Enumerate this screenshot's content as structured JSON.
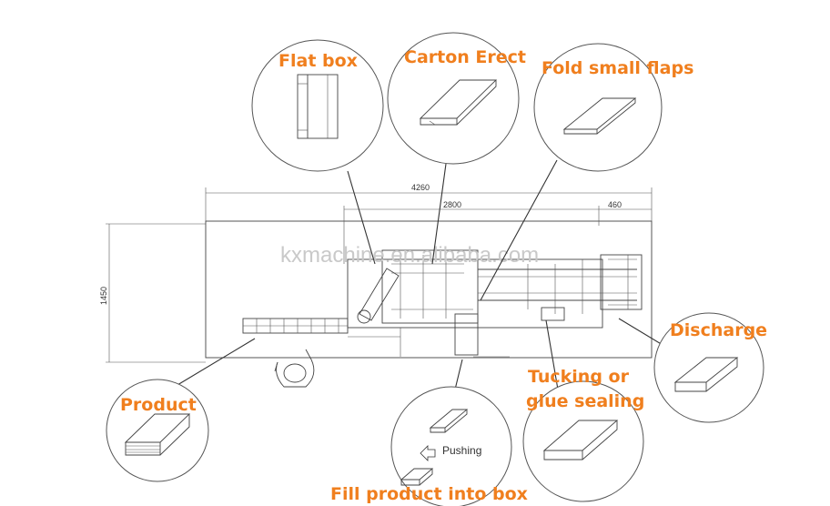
{
  "watermark": "kxmachine.en.alibaba.com",
  "dimensions": {
    "total_length": "4260",
    "middle_length": "2800",
    "end_length": "460",
    "height": "1450"
  },
  "stations": {
    "flat_box": "Flat box",
    "carton_erect": "Carton Erect",
    "fold_small_flaps": "Fold small flaps",
    "discharge": "Discharge",
    "tucking_line1": "Tucking or",
    "tucking_line2": "glue sealing",
    "product": "Product",
    "fill_product": "Fill product into box"
  },
  "pushing_label": "Pushing"
}
